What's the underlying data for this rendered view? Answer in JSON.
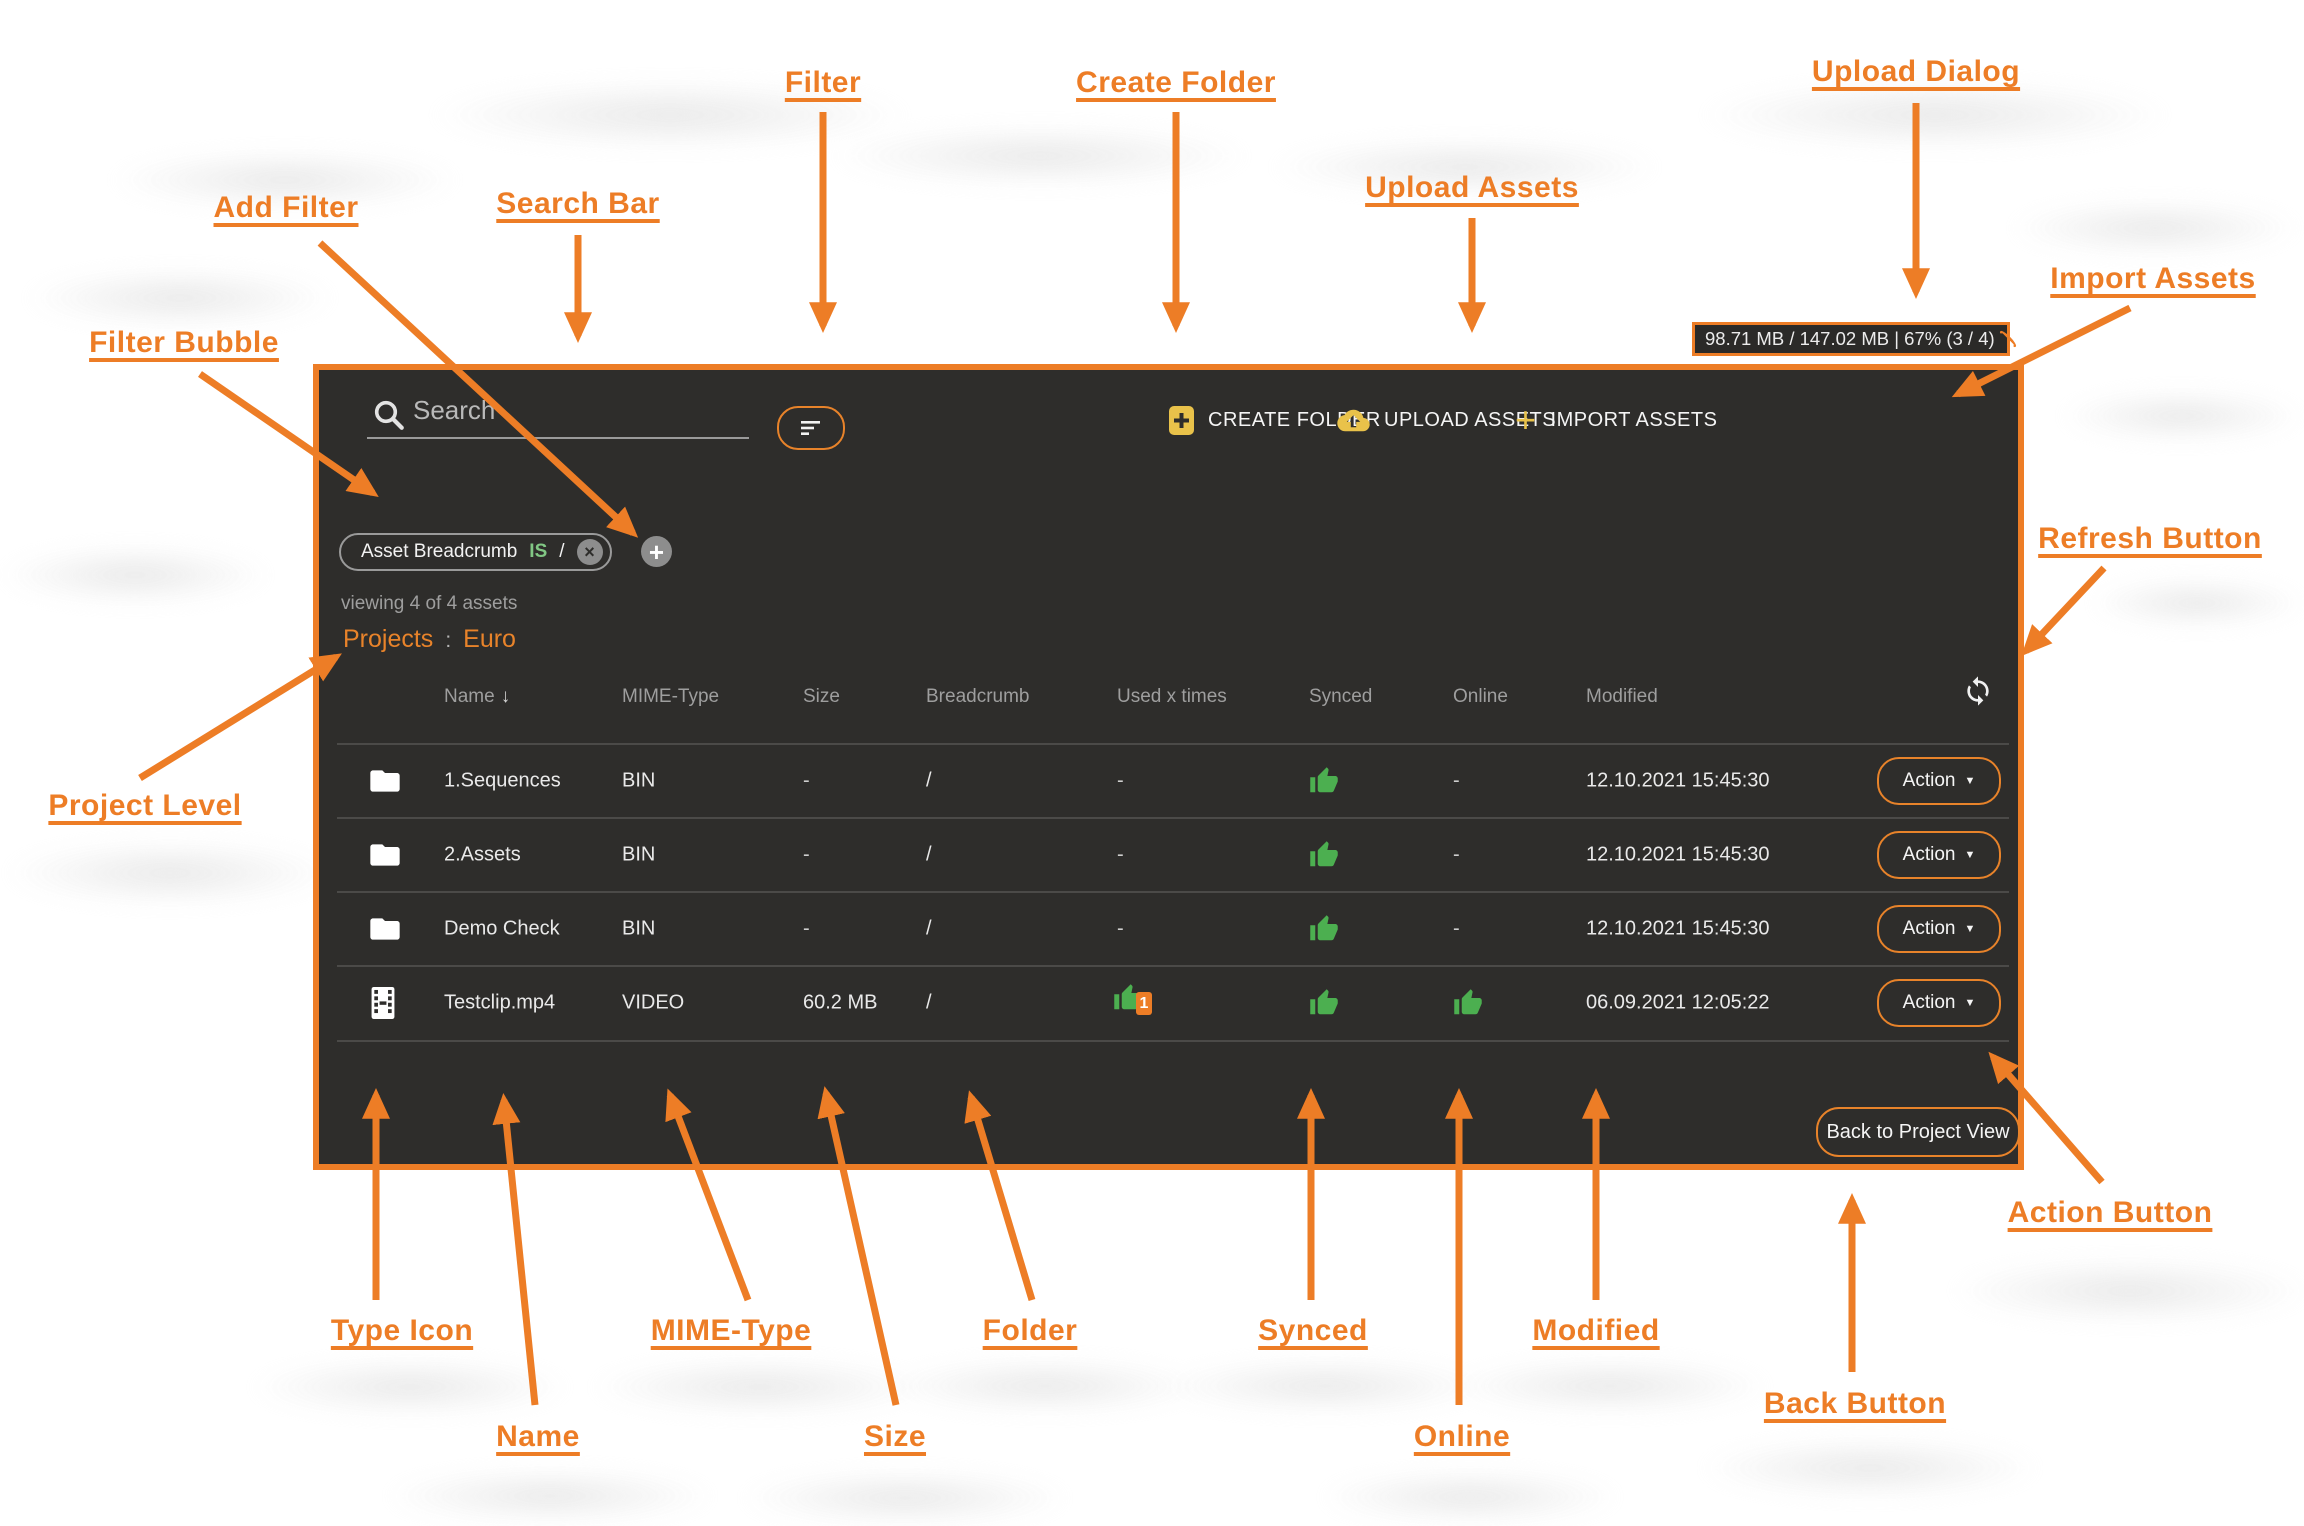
{
  "badge": {
    "text": "98.71 MB / 147.02 MB | 67% (3 / 4)"
  },
  "toolbar": {
    "search_placeholder": "Search",
    "create_folder": "CREATE FOLDER",
    "upload_assets": "UPLOAD ASSETS",
    "import_assets": "IMPORT ASSETS",
    "import_plus": "+"
  },
  "filters": {
    "bubble": {
      "field": "Asset Breadcrumb",
      "operator": "IS",
      "value": "/"
    },
    "remove_glyph": "×",
    "add_glyph": "+",
    "viewing": "viewing 4 of 4 assets"
  },
  "breadcrumb": {
    "root": "Projects",
    "separator": ":",
    "current": "Euro"
  },
  "table": {
    "headers": {
      "name": "Name",
      "mime": "MIME-Type",
      "size": "Size",
      "breadcrumb": "Breadcrumb",
      "used": "Used x times",
      "synced": "Synced",
      "online": "Online",
      "modified": "Modified"
    },
    "sort_glyph": "↓",
    "action_label": "Action",
    "action_caret": "▼",
    "rows": [
      {
        "name": "1.Sequences",
        "mime": "BIN",
        "size": "-",
        "breadcrumb": "/",
        "used": "-",
        "online": "-",
        "modified": "12.10.2021 15:45:30"
      },
      {
        "name": "2.Assets",
        "mime": "BIN",
        "size": "-",
        "breadcrumb": "/",
        "used": "-",
        "online": "-",
        "modified": "12.10.2021 15:45:30"
      },
      {
        "name": "Demo Check",
        "mime": "BIN",
        "size": "-",
        "breadcrumb": "/",
        "used": "-",
        "online": "-",
        "modified": "12.10.2021 15:45:30"
      },
      {
        "name": "Testclip.mp4",
        "mime": "VIDEO",
        "size": "60.2 MB",
        "breadcrumb": "/",
        "used_badge": "1",
        "modified": "06.09.2021 12:05:22"
      }
    ]
  },
  "footer": {
    "back_button": "Back to Project View"
  },
  "annotations": {
    "filter": "Filter",
    "create_folder": "Create Folder",
    "upload_dialog": "Upload Dialog",
    "add_filter": "Add Filter",
    "search_bar": "Search Bar",
    "upload_assets": "Upload Assets",
    "import_assets": "Import Assets",
    "filter_bubble": "Filter Bubble",
    "refresh_button": "Refresh Button",
    "project_level": "Project Level",
    "type_icon": "Type Icon",
    "name": "Name",
    "mime_type": "MIME-Type",
    "size": "Size",
    "folder": "Folder",
    "synced": "Synced",
    "online": "Online",
    "modified": "Modified",
    "back_button": "Back Button",
    "action_button": "Action Button"
  },
  "colors": {
    "accent_orange": "#ED7D26",
    "ui_orange": "#E8832A",
    "icon_yellow": "#E9C24A",
    "thumb_green": "#4CAF50",
    "operator_green": "#81C784"
  }
}
